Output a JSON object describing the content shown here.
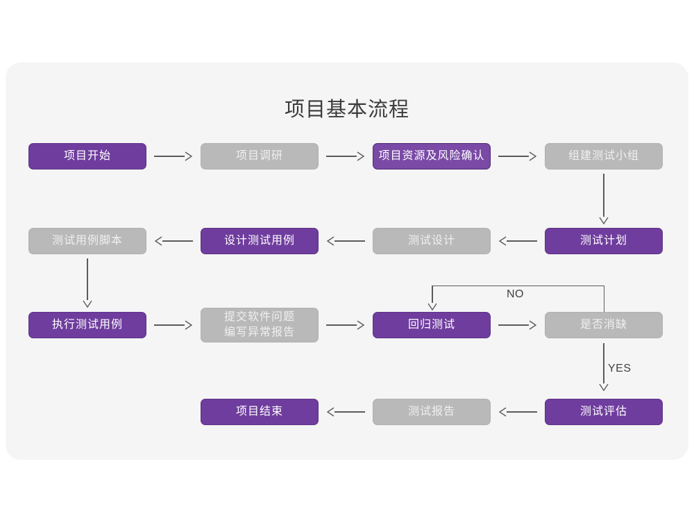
{
  "diagram": {
    "title": "项目基本流程",
    "colors": {
      "panel_background": "#f5f5f5",
      "page_background": "#ffffff",
      "accent_purple": "#6f3d9e",
      "accent_purple_alt": "#7a4aa6",
      "muted_gray": "#b9b9b9",
      "connector": "#5a5a5a",
      "title_text": "#3c3c3c"
    },
    "nodes": [
      {
        "id": "n1",
        "label": "项目开始",
        "style": "purple",
        "row": 1,
        "col": 1
      },
      {
        "id": "n2",
        "label": "项目调研",
        "style": "gray",
        "row": 1,
        "col": 2
      },
      {
        "id": "n3",
        "label": "项目资源及风险确认",
        "style": "purple-alt",
        "row": 1,
        "col": 3
      },
      {
        "id": "n4",
        "label": "组建测试小组",
        "style": "gray",
        "row": 1,
        "col": 4
      },
      {
        "id": "n5",
        "label": "测试用例脚本",
        "style": "gray",
        "row": 2,
        "col": 1
      },
      {
        "id": "n6",
        "label": "设计测试用例",
        "style": "purple",
        "row": 2,
        "col": 2
      },
      {
        "id": "n7",
        "label": "测试设计",
        "style": "gray",
        "row": 2,
        "col": 3
      },
      {
        "id": "n8",
        "label": "测试计划",
        "style": "purple",
        "row": 2,
        "col": 4
      },
      {
        "id": "n9",
        "label": "执行测试用例",
        "style": "purple",
        "row": 3,
        "col": 1
      },
      {
        "id": "n10",
        "label": "提交软件问题\n编写异常报告",
        "style": "gray",
        "row": 3,
        "col": 2
      },
      {
        "id": "n11",
        "label": "回归测试",
        "style": "purple",
        "row": 3,
        "col": 3
      },
      {
        "id": "n12",
        "label": "是否消缺",
        "style": "gray",
        "row": 3,
        "col": 4
      },
      {
        "id": "n13",
        "label": "项目结束",
        "style": "purple",
        "row": 4,
        "col": 2
      },
      {
        "id": "n14",
        "label": "测试报告",
        "style": "gray",
        "row": 4,
        "col": 3
      },
      {
        "id": "n15",
        "label": "测试评估",
        "style": "purple",
        "row": 4,
        "col": 4
      }
    ],
    "edge_labels": {
      "no": "NO",
      "yes": "YES"
    },
    "edges": [
      {
        "from": "n1",
        "to": "n2",
        "direction": "right"
      },
      {
        "from": "n2",
        "to": "n3",
        "direction": "right"
      },
      {
        "from": "n3",
        "to": "n4",
        "direction": "right"
      },
      {
        "from": "n4",
        "to": "n8",
        "direction": "down"
      },
      {
        "from": "n8",
        "to": "n7",
        "direction": "left"
      },
      {
        "from": "n7",
        "to": "n6",
        "direction": "left"
      },
      {
        "from": "n6",
        "to": "n5",
        "direction": "left"
      },
      {
        "from": "n5",
        "to": "n9",
        "direction": "down"
      },
      {
        "from": "n9",
        "to": "n10",
        "direction": "right"
      },
      {
        "from": "n10",
        "to": "n11",
        "direction": "right"
      },
      {
        "from": "n11",
        "to": "n12",
        "direction": "right"
      },
      {
        "from": "n12",
        "to": "n11",
        "direction": "loop-up-left",
        "label": "NO"
      },
      {
        "from": "n12",
        "to": "n15",
        "direction": "down",
        "label": "YES"
      },
      {
        "from": "n15",
        "to": "n14",
        "direction": "left"
      },
      {
        "from": "n14",
        "to": "n13",
        "direction": "left"
      }
    ]
  }
}
